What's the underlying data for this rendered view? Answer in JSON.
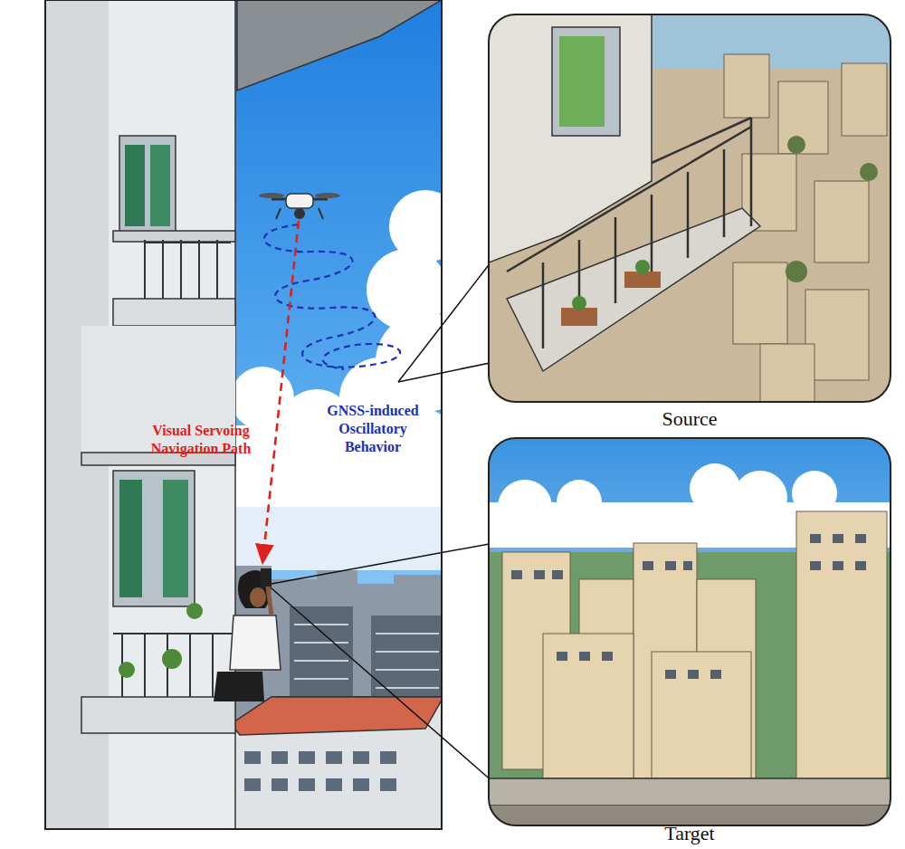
{
  "diagram": {
    "labels": [
      "Visual Servoing Navigation Path",
      "GNSS-induced Oscillatory Behavior",
      "Source",
      "Target"
    ]
  }
}
